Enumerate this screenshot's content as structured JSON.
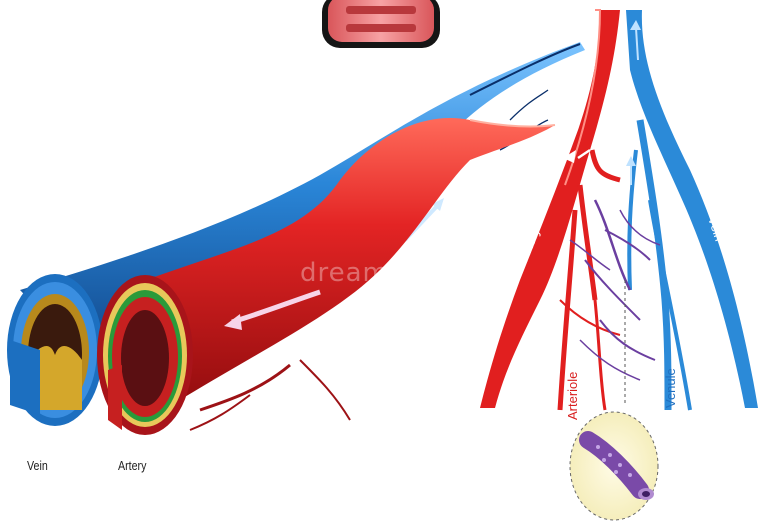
{
  "labels": {
    "vein_bottom": "Vein",
    "artery_bottom": "Artery",
    "artery_branch": "Artery",
    "vein_branch": "Vein",
    "arteriole": "Arteriole",
    "venule": "Venule"
  },
  "watermark": "dreamstime.",
  "colors": {
    "artery": "#d81e1e",
    "artery_dark": "#8f0d10",
    "vein": "#1f7ccc",
    "vein_dark": "#0d3f84",
    "capillary": "#6b3fa0",
    "inner_wall": "#4a1e10",
    "valve": "#c99a22",
    "muscle": "#1f9a3a"
  },
  "icons": {
    "top": "mug-icon",
    "detail": "capillary-detail-icon"
  }
}
